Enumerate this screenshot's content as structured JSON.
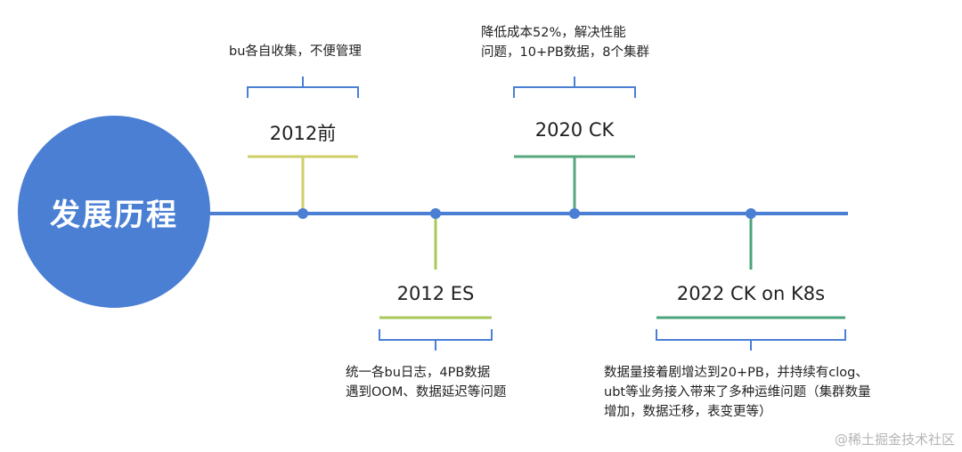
{
  "title": "发展历程",
  "colors": {
    "circle": "#4a7fd4",
    "timeline": "#4a7fd4",
    "bracket": "#4a7fd4",
    "stage_2012_before": "#cfcf6a",
    "stage_2012_es": "#a9c85a",
    "stage_2020_ck": "#57a77c",
    "stage_2022_ck_k8s": "#4aa37a"
  },
  "milestones": [
    {
      "label": "2012前",
      "note_lines": [
        "bu各自收集，不便管理"
      ],
      "position": "above"
    },
    {
      "label": "2012 ES",
      "note_lines": [
        "统一各bu日志，4PB数据",
        "遇到OOM、数据延迟等问题"
      ],
      "position": "below"
    },
    {
      "label": "2020 CK",
      "note_lines": [
        "降低成本52%，解决性能",
        "问题，10+PB数据，8个集群"
      ],
      "position": "above"
    },
    {
      "label": "2022 CK on K8s",
      "note_lines": [
        "数据量接着剧增达到20+PB，并持续有clog、",
        "ubt等业务接入带来了多种运维问题（集群数量",
        "增加，数据迁移，表变更等）"
      ],
      "position": "below"
    }
  ],
  "watermark": "@稀土掘金技术社区"
}
